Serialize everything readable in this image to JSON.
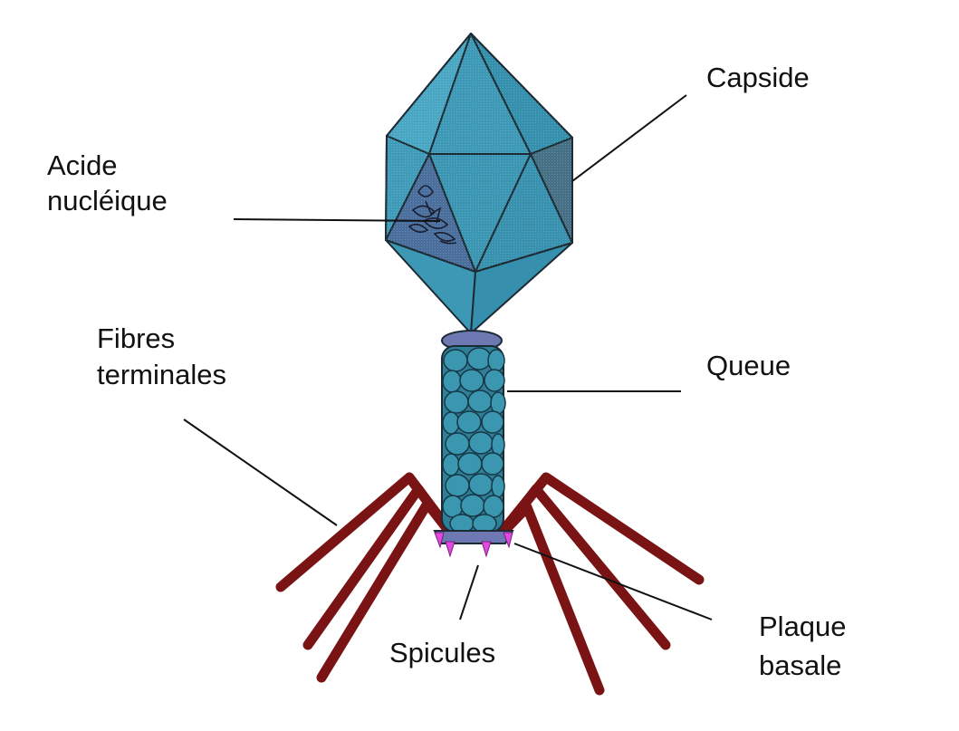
{
  "labels": {
    "capside": "Capside",
    "acide_line1": "Acide",
    "acide_line2": "nucléique",
    "fibres_line1": "Fibres",
    "fibres_line2": "terminales",
    "queue": "Queue",
    "spicules": "Spicules",
    "plaque_line1": "Plaque",
    "plaque_line2": "basale"
  },
  "colors": {
    "capsid": "#3f9bb8",
    "capsid_dark": "#2a7e9a",
    "capsid_shadow": "#466f86",
    "tail": "#3b96b0",
    "collar": "#6e79b4",
    "fibers": "#7a1414",
    "spicules": "#e04ae0",
    "lines": "#111111"
  }
}
